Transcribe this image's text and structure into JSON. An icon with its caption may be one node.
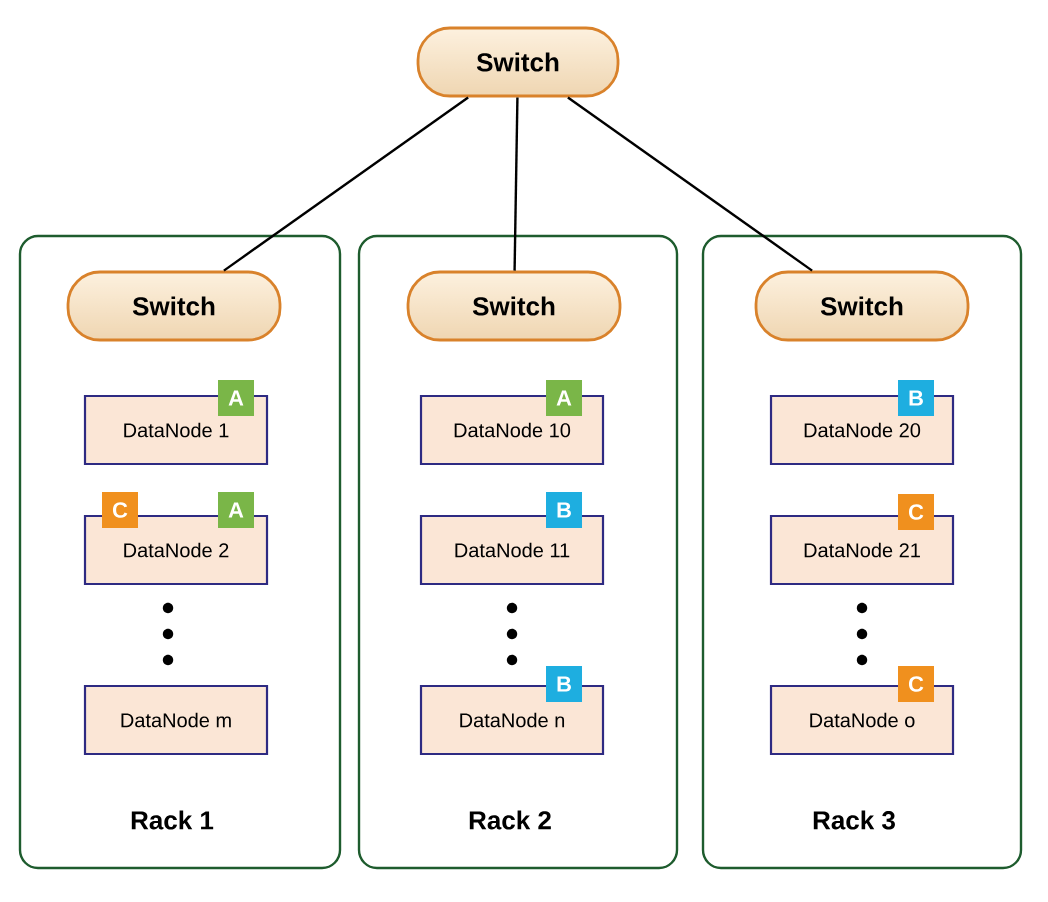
{
  "diagram": {
    "nodes": [
      {
        "text": [
          "Switch"
        ]
      },
      {
        "text": [
          "Rack 1"
        ]
      },
      {
        "text": [
          "Switch"
        ],
        "in": 1
      },
      {
        "text": [
          "DataNode 1"
        ],
        "in": 1
      },
      {
        "text": [
          "A"
        ],
        "in": 1
      },
      {
        "text": [
          "DataNode 2"
        ],
        "in": 1
      },
      {
        "text": [
          "C"
        ],
        "in": 1
      },
      {
        "text": [
          "A"
        ],
        "in": 1
      },
      {
        "text": [
          "DataNode m"
        ],
        "in": 1
      },
      {
        "text": [
          "Rack 2"
        ]
      },
      {
        "text": [
          "Switch"
        ],
        "in": 9
      },
      {
        "text": [
          "DataNode 10"
        ],
        "in": 9
      },
      {
        "text": [
          "A"
        ],
        "in": 9
      },
      {
        "text": [
          "DataNode 11"
        ],
        "in": 9
      },
      {
        "text": [
          "B"
        ],
        "in": 9
      },
      {
        "text": [
          "DataNode n"
        ],
        "in": 9
      },
      {
        "text": [
          "B"
        ],
        "in": 9
      },
      {
        "text": [
          "Rack 3"
        ]
      },
      {
        "text": [
          "Switch"
        ],
        "in": 17
      },
      {
        "text": [
          "DataNode 20"
        ],
        "in": 17
      },
      {
        "text": [
          "B"
        ],
        "in": 17
      },
      {
        "text": [
          "DataNode 21"
        ],
        "in": 17
      },
      {
        "text": [
          "C"
        ],
        "in": 17
      },
      {
        "text": [
          "DataNode o"
        ],
        "in": 17
      },
      {
        "text": [
          "C"
        ],
        "in": 17
      }
    ],
    "edges": [
      {
        "from": 0,
        "to": 2,
        "arrow": "none"
      },
      {
        "from": 0,
        "to": 10,
        "arrow": "none"
      },
      {
        "from": 0,
        "to": 18,
        "arrow": "none"
      }
    ]
  }
}
